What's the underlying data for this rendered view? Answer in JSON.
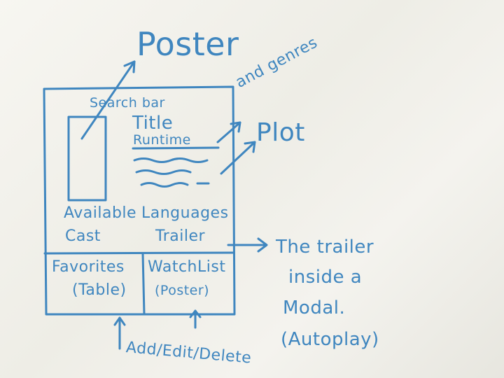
{
  "wireframe": {
    "search_bar": "Search bar",
    "title": "Title",
    "runtime": "Runtime",
    "available": "Available",
    "languages": "Languages",
    "cast": "Cast",
    "trailer": "Trailer",
    "favorites": "Favorites",
    "favorites_note": "(Table)",
    "watchlist": "WatchList",
    "watchlist_note": "(Poster)"
  },
  "annotations": {
    "poster": "Poster",
    "and_genres": "and genres",
    "plot": "Plot",
    "trailer_modal_1": "The trailer",
    "trailer_modal_2": "inside a",
    "trailer_modal_3": "Modal.",
    "trailer_modal_4": "(Autoplay)",
    "crud": "Add/Edit/Delete"
  },
  "colors": {
    "marker": "#3f86bf",
    "board": "#f3f2ec"
  }
}
